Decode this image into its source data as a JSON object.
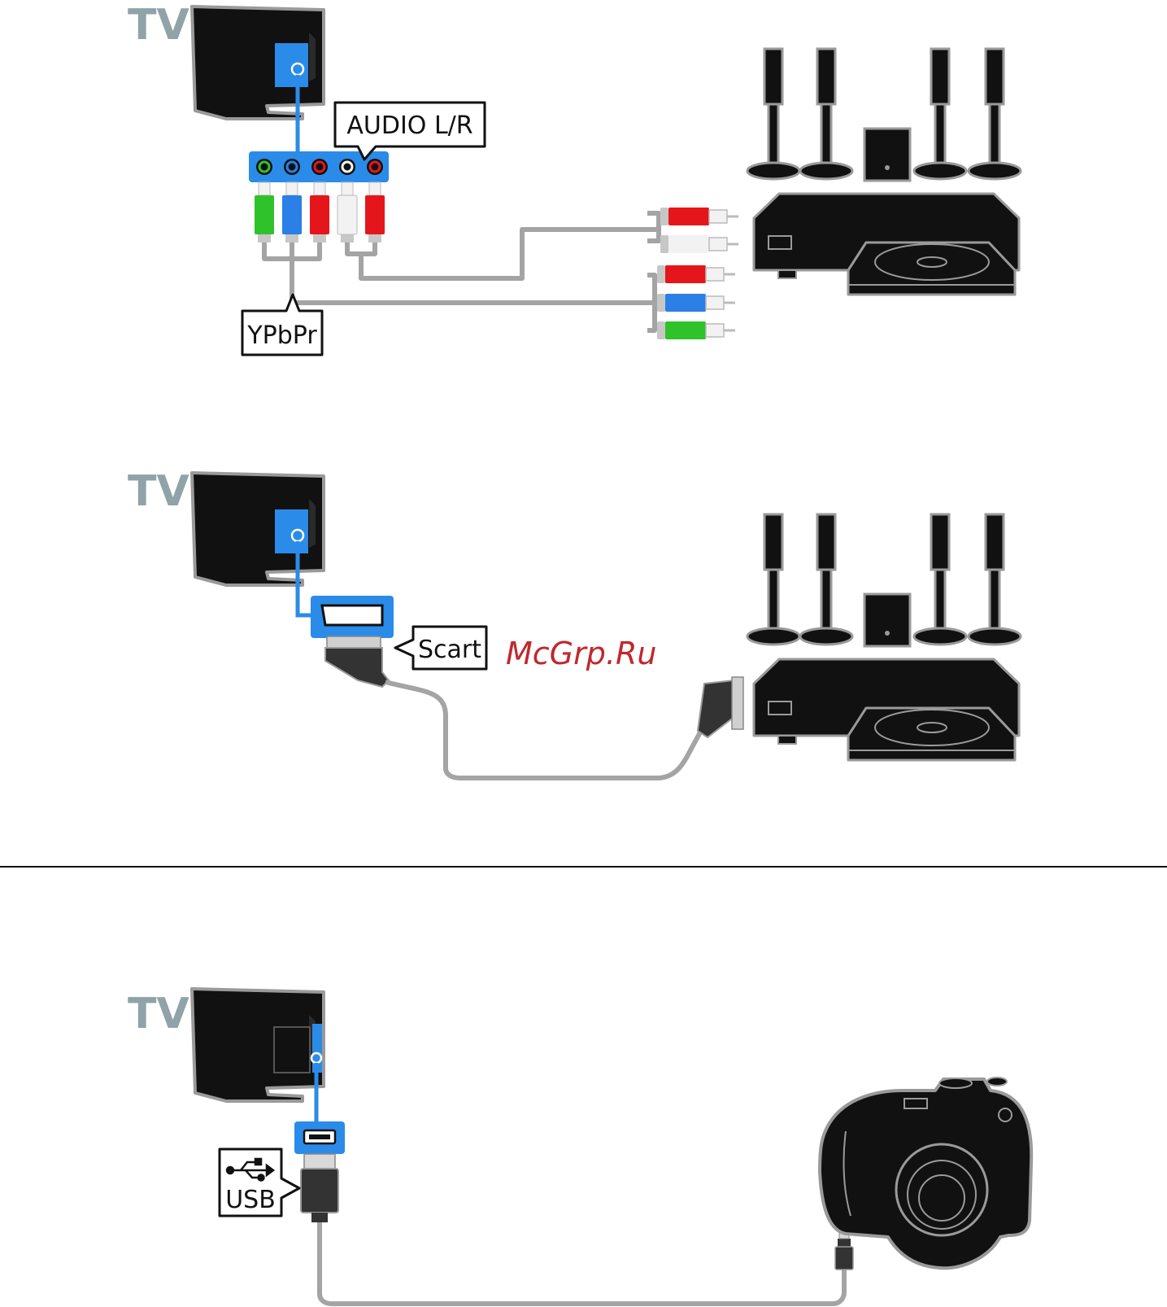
{
  "diagram_1": {
    "tv_label": "TV",
    "audio_callout": "AUDIO L/R",
    "video_callout": "YPbPr"
  },
  "diagram_2": {
    "tv_label": "TV",
    "scart_callout": "Scart"
  },
  "watermark": "McGrp.Ru",
  "diagram_3": {
    "tv_label": "TV",
    "usb_callout": "USB",
    "usb_symbol": "⭍"
  },
  "colors": {
    "connector_blue": "#2b8be8",
    "cable_gray": "#a4a4a4",
    "tv_label_gray": "#8fa3a8",
    "plug_green": "#2fc22b",
    "plug_blue": "#2b7fe6",
    "plug_red": "#e5161b",
    "plug_white": "#f2f2f2"
  },
  "icons": [
    "tv-icon",
    "home-theater-icon",
    "camera-icon",
    "usb-icon"
  ]
}
